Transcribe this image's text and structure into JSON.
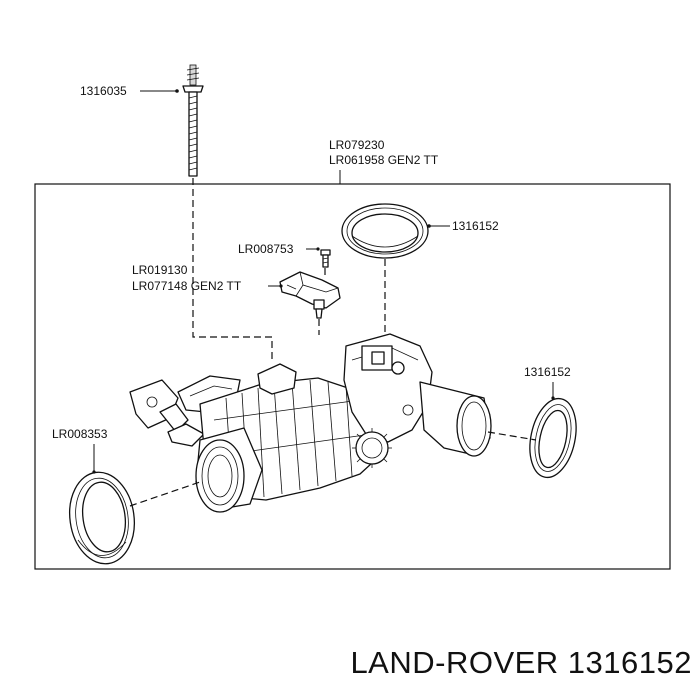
{
  "diagram": {
    "callouts": {
      "bolt": "1316035",
      "assembly_line1": "LR079230",
      "assembly_line2": "LR061958 GEN2 TT",
      "seal_top": "1316152",
      "screw": "LR008753",
      "sensor_line1": "LR019130",
      "sensor_line2": "LR077148 GEN2 TT",
      "seal_right": "1316152",
      "seal_left": "LR008353"
    },
    "footer": "LAND-ROVER 1316152"
  }
}
